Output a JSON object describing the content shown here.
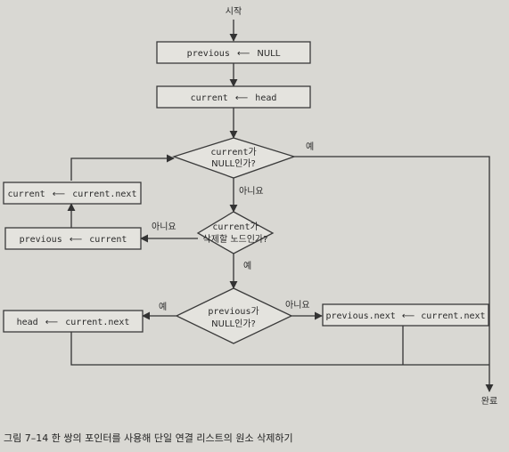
{
  "start": "시작",
  "end": "완료",
  "process": {
    "p1": {
      "lhs": "previous",
      "arrow": "⟵",
      "rhs": "NULL"
    },
    "p2": {
      "lhs": "current",
      "arrow": "⟵",
      "rhs": "head"
    },
    "p3": {
      "lhs": "current",
      "arrow": "⟵",
      "rhs": "current.next"
    },
    "p4": {
      "lhs": "previous",
      "arrow": "⟵",
      "rhs": "current"
    },
    "p5": {
      "lhs": "head",
      "arrow": "⟵",
      "rhs": "current.next"
    },
    "p6": {
      "lhs": "previous.next",
      "arrow": "⟵",
      "rhs": "current.next"
    }
  },
  "decisions": {
    "d1": {
      "code": "current가",
      "text": "NULL인가?"
    },
    "d2": {
      "code": "current가",
      "text": "삭제할 노드인가?"
    },
    "d3": {
      "code": "previous가",
      "text": "NULL인가?"
    }
  },
  "labels": {
    "d1_yes": "예",
    "d1_no": "아니요",
    "d2_no": "아니요",
    "d2_yes": "예",
    "d3_yes": "예",
    "d3_no": "아니요"
  },
  "caption": "그림 7–14 한 쌍의 포인터를 사용해 단일 연결 리스트의 원소 삭제하기"
}
